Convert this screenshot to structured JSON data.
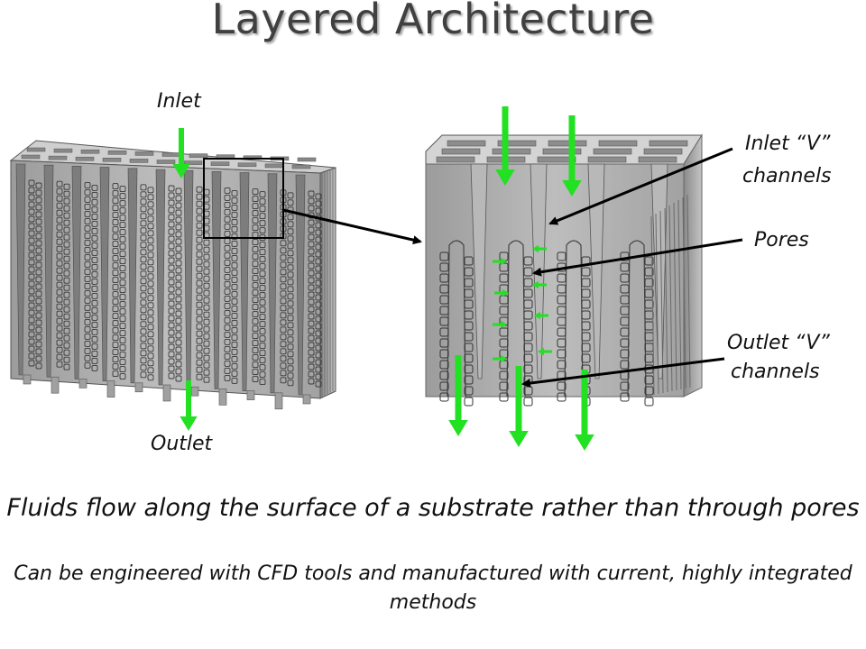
{
  "title": "Layered Architecture",
  "labels": {
    "inlet": "Inlet",
    "outlet": "Outlet",
    "inlet_v_line1": "Inlet “V”",
    "inlet_v_line2": "channels",
    "pores": "Pores",
    "outlet_v_line1": "Outlet “V”",
    "outlet_v_line2": "channels"
  },
  "caption": {
    "main": "Fluids flow along the surface of a substrate rather than through pores",
    "sub": "Can be engineered with CFD tools and manufactured with current, highly integrated methods"
  },
  "colors": {
    "flow_arrow": "#22e022",
    "block_face": "#a9a9a9",
    "block_top": "#d6d6d6",
    "pointer": "#000000"
  }
}
